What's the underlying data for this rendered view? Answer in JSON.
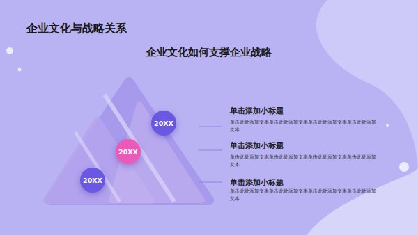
{
  "diagram": {
    "title": "企业文化与战略关系",
    "nodes": [
      {
        "text": [
          "20XX"
        ]
      },
      {
        "text": [
          "20XX"
        ]
      },
      {
        "text": [
          "20XX"
        ]
      }
    ],
    "labels": [
      "企业文化如何支撑企业战略",
      "单击添加小标题",
      "单击此处添加文本单击此处添加文本单击此处添加文本单击此处添加文本",
      "单击添加小标题",
      "单击此处添加文本单击此处添加文本单击此处添加文本单击此处添加文本",
      "单击添加小标题",
      "单击此处添加文本单击此处添加文本单击此处添加文本单击此处添加文本"
    ]
  }
}
